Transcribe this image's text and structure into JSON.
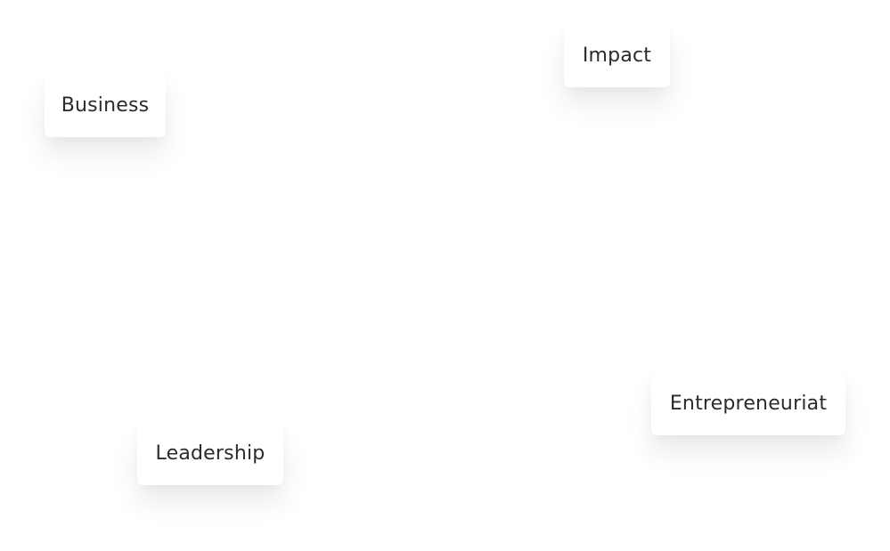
{
  "tags": {
    "impact": "Impact",
    "business": "Business",
    "entrepreneuriat": "Entrepreneuriat",
    "leadership": "Leadership"
  }
}
